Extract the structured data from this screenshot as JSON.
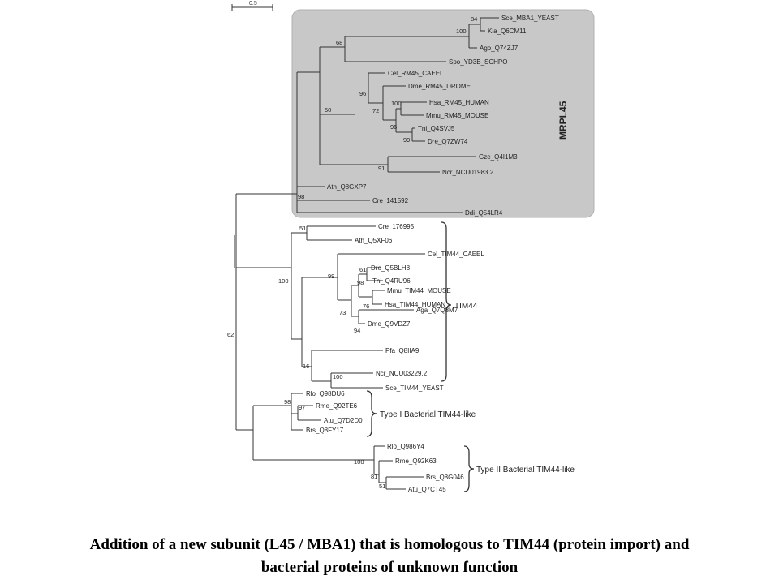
{
  "scale_bar": {
    "label": "0.5"
  },
  "groups": {
    "mrpl45": "MRPL45",
    "tim44": "TIM44",
    "type1": "Type I Bacterial TIM44-like",
    "type2": "Type II Bacterial TIM44-like"
  },
  "leaves": {
    "sce_mba1": "Sce_MBA1_YEAST",
    "kla": "Kla_Q6CM11",
    "ago": "Ago_Q74ZJ7",
    "spo": "Spo_YD3B_SCHPO",
    "cel_rm45": "Cel_RM45_CAEEL",
    "dme_rm45": "Dme_RM45_DROME",
    "hsa_rm45": "Hsa_RM45_HUMAN",
    "mmu_rm45": "Mmu_RM45_MOUSE",
    "tni_q4svj5": "Tni_Q4SVJ5",
    "dre_q7zw74": "Dre_Q7ZW74",
    "gze": "Gze_Q4I1M3",
    "ncr_ncu01983": "Ncr_NCU01983.2",
    "ath_q8gxp7": "Ath_Q8GXP7",
    "cre_141592": "Cre_141592",
    "ddi": "Ddi_Q54LR4",
    "cre_176995": "Cre_176995",
    "ath_q5xf06": "Ath_Q5XF06",
    "cel_tim44": "Cel_TIM44_CAEEL",
    "dre_q5blh8": "Dre_Q5BLH8",
    "tni_q4ru96": "Tni_Q4RU96",
    "mmu_tim44": "Mmu_TIM44_MOUSE",
    "hsa_tim44": "Hsa_TIM44_HUMAN",
    "aga": "Aga_Q7Q8M7",
    "dme_q9vdz7": "Dme_Q9VDZ7",
    "pfa": "Pfa_Q8IIA9",
    "ncr_ncu03229": "Ncr_NCU03229.2",
    "sce_tim44": "Sce_TIM44_YEAST",
    "rlo_q98du6": "Rlo_Q98DU6",
    "rme_q92te6": "Rme_Q92TE6",
    "atu_q7d2d0": "Atu_Q7D2D0",
    "brs_q8fy17": "Brs_Q8FY17",
    "rlo_q986y4": "Rlo_Q986Y4",
    "rme_q92k63": "Rme_Q92K63",
    "brs_q8g046": "Brs_Q8G046",
    "atu_q7ct45": "Atu_Q7CT45"
  },
  "bootstrap": {
    "b84": "84",
    "b100a": "100",
    "b68": "68",
    "b96a": "96",
    "b72": "72",
    "b100b": "100",
    "b96b": "96",
    "b99a": "99",
    "b50": "50",
    "b91": "91",
    "b98a": "98",
    "b51a": "51",
    "b100c": "100",
    "b99b": "99",
    "b61": "61",
    "b98b": "98",
    "b76": "76",
    "b73": "73",
    "b94": "94",
    "b16": "16",
    "b100d": "100",
    "b62": "62",
    "b98c": "98",
    "b97": "97",
    "b100e": "100",
    "b81": "81",
    "b51b": "51"
  },
  "caption": {
    "line1": "Addition of a new subunit (L45 / MBA1) that is homologous to TIM44 (protein import) and",
    "line2": "bacterial proteins of unknown function"
  },
  "colors": {
    "mrpl45_box": "#c8c8c8",
    "lines": "#333333"
  }
}
